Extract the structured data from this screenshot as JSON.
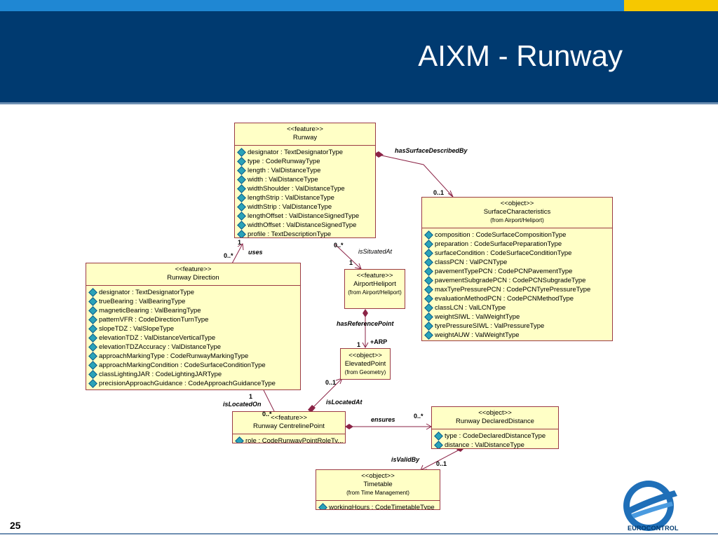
{
  "slide": {
    "title": "AIXM - Runway",
    "page_number": "25",
    "logo_text": "EUROCONTROL"
  },
  "classes": {
    "runway": {
      "stereotype": "<<feature>>",
      "name": "Runway",
      "attributes": [
        "designator : TextDesignatorType",
        "type : CodeRunwayType",
        "length : ValDistanceType",
        "width : ValDistanceType",
        "widthShoulder : ValDistanceType",
        "lengthStrip : ValDistanceType",
        "widthStrip : ValDistanceType",
        "lengthOffset : ValDistanceSignedType",
        "widthOffset : ValDistanceSignedType",
        "profile : TextDescriptionType"
      ]
    },
    "surface": {
      "stereotype": "<<object>>",
      "name": "SurfaceCharacteristics",
      "from": "(from Airport/Heliport)",
      "attributes": [
        "composition : CodeSurfaceCompositionType",
        "preparation : CodeSurfacePreparationType",
        "surfaceCondition : CodeSurfaceConditionType",
        "classPCN : ValPCNType",
        "pavementTypePCN : CodePCNPavementType",
        "pavementSubgradePCN : CodePCNSubgradeType",
        "maxTyrePressurePCN : CodePCNTyrePressureType",
        "evaluationMethodPCN : CodePCNMethodType",
        "classLCN : ValLCNType",
        "weightSIWL : ValWeightType",
        "tyrePressureSIWL : ValPressureType",
        "weightAUW : ValWeightType"
      ]
    },
    "direction": {
      "stereotype": "<<feature>>",
      "name": "Runway Direction",
      "attributes": [
        "designator : TextDesignatorType",
        "trueBearing : ValBearingType",
        "magneticBearing : ValBearingType",
        "patternVFR : CodeDirectionTurnType",
        "slopeTDZ : ValSlopeType",
        "elevationTDZ : ValDistanceVerticalType",
        "elevationTDZAccuracy : ValDistanceType",
        "approachMarkingType : CodeRunwayMarkingType",
        "approachMarkingCondition : CodeSurfaceConditionType",
        "classLightingJAR : CodeLightingJARType",
        "precisionApproachGuidance : CodeApproachGuidanceType"
      ]
    },
    "airport": {
      "stereotype": "<<feature>>",
      "name": "AirportHeliport",
      "from": "(from Airport/Heliport)",
      "attributes": []
    },
    "elevated": {
      "stereotype": "<<object>>",
      "name": "ElevatedPoint",
      "from": "(from Geometry)",
      "attributes": []
    },
    "centreline": {
      "stereotype": "<<feature>>",
      "name": "Runway CentrelinePoint",
      "attributes": [
        "role : CodeRunwayPointRoleTy..."
      ]
    },
    "declared": {
      "stereotype": "<<object>>",
      "name": "Runway DeclaredDistance",
      "attributes": [
        "type : CodeDeclaredDistanceType",
        "distance : ValDistanceType"
      ]
    },
    "timetable": {
      "stereotype": "<<object>>",
      "name": "Timetable",
      "from": "(from Time Management)",
      "attributes": [
        "workingHours : CodeTimetableType"
      ]
    }
  },
  "associations": {
    "surface_role": "hasSurfaceDescribedBy",
    "surface_mult": "0..1",
    "uses_role": "uses",
    "uses_mult_runway": "1",
    "uses_mult_direction": "0..*",
    "situated_role": "isSituatedAt",
    "situated_mult_runway": "0..*",
    "situated_mult_airport": "1",
    "ref_role": "hasReferencePoint",
    "ref_mult": "1",
    "ref_end": "+ARP",
    "locatedat_role": "isLocatedAt",
    "locatedat_mult": "0..1",
    "locatedon_role": "isLocatedOn",
    "locatedon_mult_direction": "1",
    "locatedon_mult_centreline": "0..*",
    "ensures_role": "ensures",
    "ensures_mult": "0..*",
    "validby_role": "isValidBy",
    "validby_mult": "0..1"
  }
}
